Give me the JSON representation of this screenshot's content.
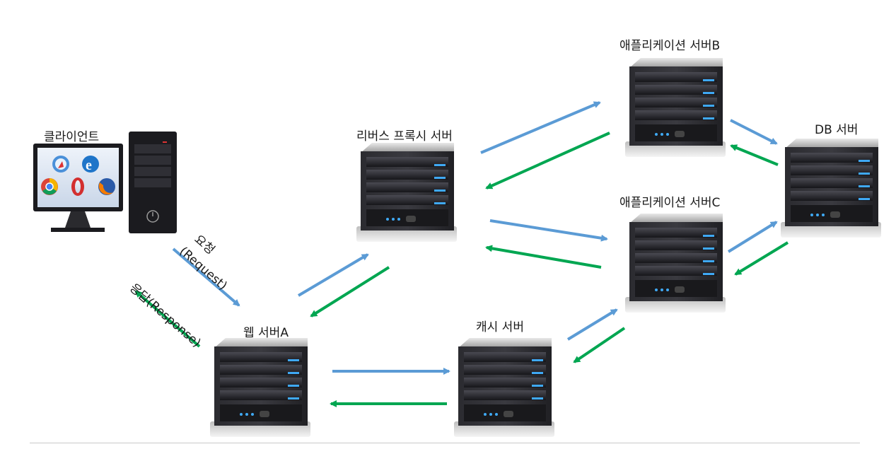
{
  "nodes": {
    "client": "클라이언트",
    "web_server": "웹 서버A",
    "reverse_proxy": "리버스 프록시 서버",
    "cache_server": "캐시 서버",
    "app_server_b": "애플리케이션 서버B",
    "app_server_c": "애플리케이션 서버C",
    "db_server": "DB 서버"
  },
  "edges": {
    "request_label_1": "요청",
    "request_label_2": "(Request)",
    "response_label": "응답(Response)"
  },
  "colors": {
    "request_arrow": "#5b9bd5",
    "response_arrow": "#00a651",
    "server_body": "#1e1e22",
    "server_led": "#3fa9f5"
  }
}
